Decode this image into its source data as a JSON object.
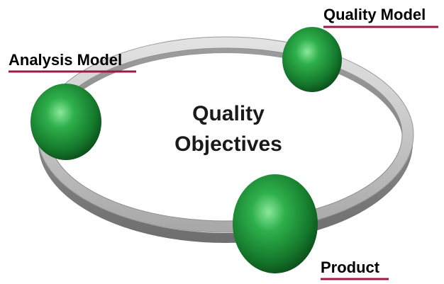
{
  "diagram": {
    "center_title_line1": "Quality",
    "center_title_line2": "Objectives",
    "nodes": {
      "quality_model": {
        "label": "Quality Model"
      },
      "analysis_model": {
        "label": "Analysis Model"
      },
      "product": {
        "label": "Product"
      }
    },
    "colors": {
      "sphere": "#1e8c3a",
      "ring": "#b8b8b8",
      "underline": "#a01848"
    }
  }
}
